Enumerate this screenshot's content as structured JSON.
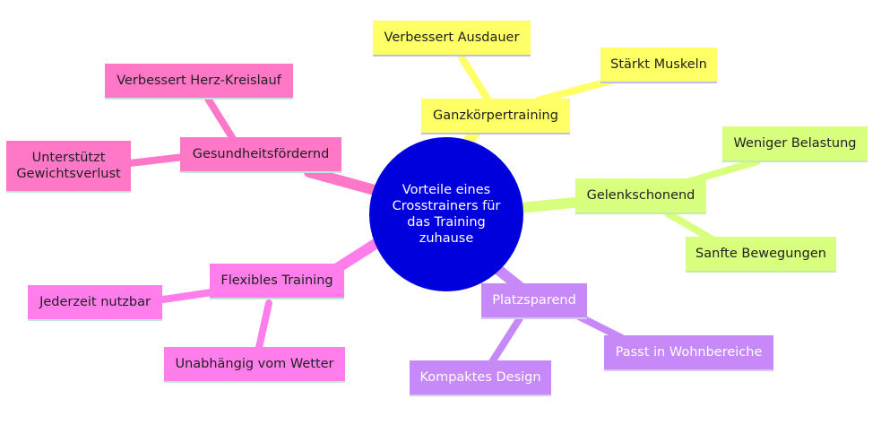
{
  "root": {
    "label": "Vorteile eines Crosstrainers für das Training zuhause"
  },
  "branches": {
    "ganzkoerper": {
      "label": "Ganzkörpertraining",
      "color": "#ffff66",
      "children": [
        "Verbessert Ausdauer",
        "Stärkt Muskeln"
      ]
    },
    "gelenk": {
      "label": "Gelenkschonend",
      "color": "#d9ff7f",
      "children": [
        "Weniger Belastung",
        "Sanfte Bewegungen"
      ]
    },
    "platz": {
      "label": "Platzsparend",
      "color": "#c789f8",
      "children": [
        "Passt in Wohnbereiche",
        "Kompaktes Design"
      ]
    },
    "flexibel": {
      "label": "Flexibles Training",
      "color": "#ff7eec",
      "children": [
        "Jederzeit nutzbar",
        "Unabhängig vom Wetter"
      ]
    },
    "gesund": {
      "label": "Gesundheitsfördernd",
      "color": "#ff78c8",
      "children": [
        "Verbessert Herz-Kreislauf",
        "Unterstützt Gewichtsverlust"
      ]
    }
  }
}
